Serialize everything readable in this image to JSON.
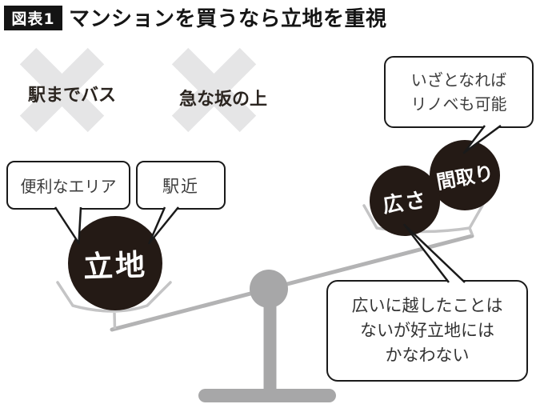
{
  "header": {
    "tag": "図表1",
    "title": "マンションを買うなら立地を重視"
  },
  "rejected_options": [
    {
      "label": "駅までバス"
    },
    {
      "label": "急な坂の上"
    }
  ],
  "balance": {
    "left_pan": {
      "weight_label": "立地",
      "callouts": [
        {
          "text": "便利なエリア"
        },
        {
          "text": "駅近"
        }
      ]
    },
    "right_pan": {
      "weight_labels": [
        {
          "text": "広さ"
        },
        {
          "text": "間取り"
        }
      ],
      "callout_top": "いざとなれば\nリノベも可能",
      "callout_bottom": "広いに越したことは\nないが好立地には\nかなわない"
    }
  },
  "colors": {
    "weight_circle_fill": "#241a15",
    "x_mark": "#e5e5e6",
    "beam": "#b3b3b4",
    "pan": "#c4c4c5",
    "pedestal": "#a7a7a8",
    "callout_outline": "#1a1a1a"
  }
}
